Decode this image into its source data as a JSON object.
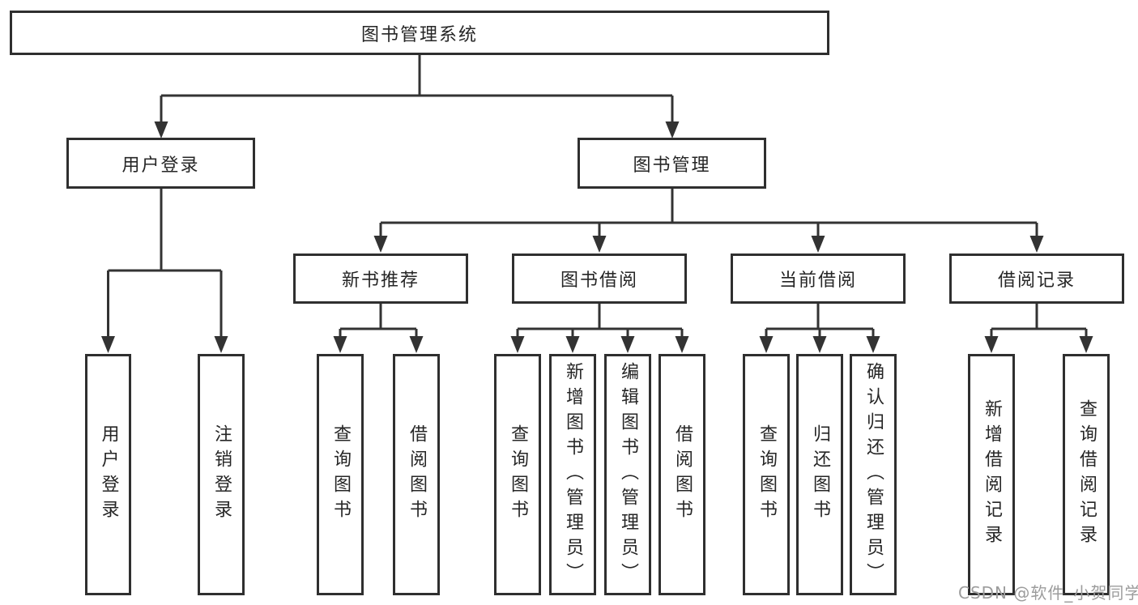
{
  "nodes": {
    "root": {
      "label": "图书管理系统"
    },
    "user_login": {
      "label": "用户登录"
    },
    "book_management": {
      "label": "图书管理"
    },
    "new_book_recommend": {
      "label": "新书推荐"
    },
    "book_borrowing": {
      "label": "图书借阅"
    },
    "current_borrowing": {
      "label": "当前借阅"
    },
    "borrow_records": {
      "label": "借阅记录"
    },
    "login_leaf": {
      "label": "用户登录"
    },
    "logout_leaf": {
      "label": "注销登录"
    },
    "rec_query_books": {
      "label": "查询图书"
    },
    "rec_borrow_books": {
      "label": "借阅图书"
    },
    "bb_query_books": {
      "label": "查询图书"
    },
    "bb_add_books_admin": {
      "label": "新增图书（管理员）"
    },
    "bb_edit_books_admin": {
      "label": "编辑图书（管理员）"
    },
    "bb_borrow_books": {
      "label": "借阅图书"
    },
    "cb_query_books": {
      "label": "查询图书"
    },
    "cb_return_books": {
      "label": "归还图书"
    },
    "cb_confirm_return_admin": {
      "label": "确认归还（管理员）"
    },
    "br_add_record": {
      "label": "新增借阅记录"
    },
    "br_query_record": {
      "label": "查询借阅记录"
    }
  },
  "watermark": {
    "text": "CSDN @软件_小贺同学"
  },
  "colors": {
    "line": "#333333",
    "box_border": "#2f2f2f",
    "text": "#262626",
    "watermark": "#9c9c9c",
    "background": "#ffffff"
  }
}
